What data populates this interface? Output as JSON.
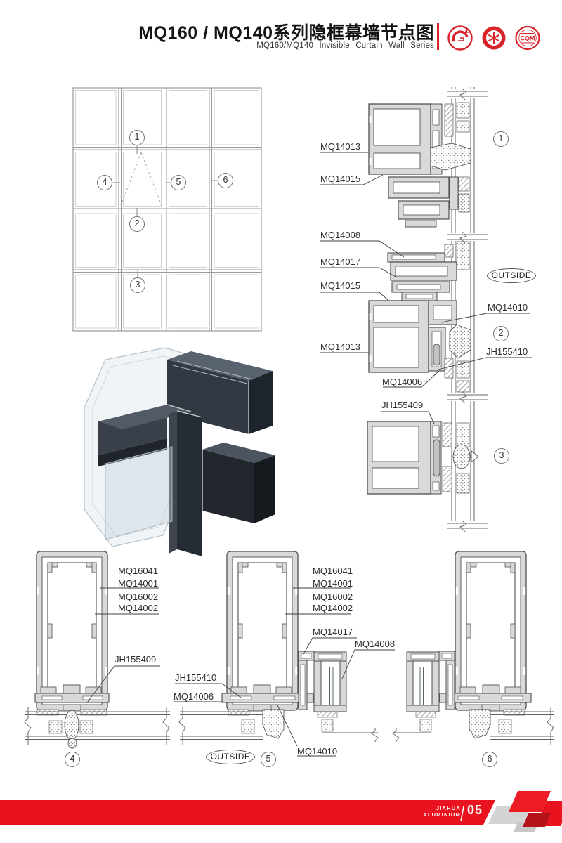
{
  "header": {
    "title": "MQ160 / MQ140系列隐框幕墙节点图",
    "subtitle": "MQ160/MQ140 Invisible Curtain Wall Series",
    "accent_color": "#d8232a",
    "logos": [
      {
        "name": "gb-swoosh-mark"
      },
      {
        "name": "star-seal-mark"
      },
      {
        "name": "cqm-mark",
        "text": "CQM"
      }
    ]
  },
  "elevation": {
    "callouts": [
      "1",
      "2",
      "3",
      "4",
      "5",
      "6"
    ]
  },
  "details": {
    "d1": {
      "number": "1",
      "label_mq14013": "MQ14013",
      "label_mq14015": "MQ14015"
    },
    "d2": {
      "number": "2",
      "outside": "OUTSIDE",
      "label_mq14008": "MQ14008",
      "label_mq14017": "MQ14017",
      "label_mq14015": "MQ14015",
      "label_mq14013": "MQ14013",
      "label_mq14010": "MQ14010",
      "label_jh155410": "JH155410",
      "label_mq14006": "MQ14006"
    },
    "d3": {
      "number": "3",
      "label_jh155409": "JH155409"
    },
    "d4": {
      "number": "4",
      "stack": [
        "MQ16041",
        "MQ14001",
        "MQ16002",
        "MQ14002"
      ],
      "label_jh155409": "JH155409"
    },
    "d5": {
      "number": "5",
      "outside": "OUTSIDE",
      "stack": [
        "MQ16041",
        "MQ14001",
        "MQ16002",
        "MQ14002"
      ],
      "label_mq14017": "MQ14017",
      "label_mq14008": "MQ14008",
      "label_jh155410": "JH155410",
      "label_mq14006": "MQ14006",
      "label_mq14010": "MQ14010"
    },
    "d6": {
      "number": "6"
    }
  },
  "footer": {
    "brand_top": "JIAHUA",
    "brand_bottom": "ALUMINIUM",
    "page_number": "05"
  }
}
